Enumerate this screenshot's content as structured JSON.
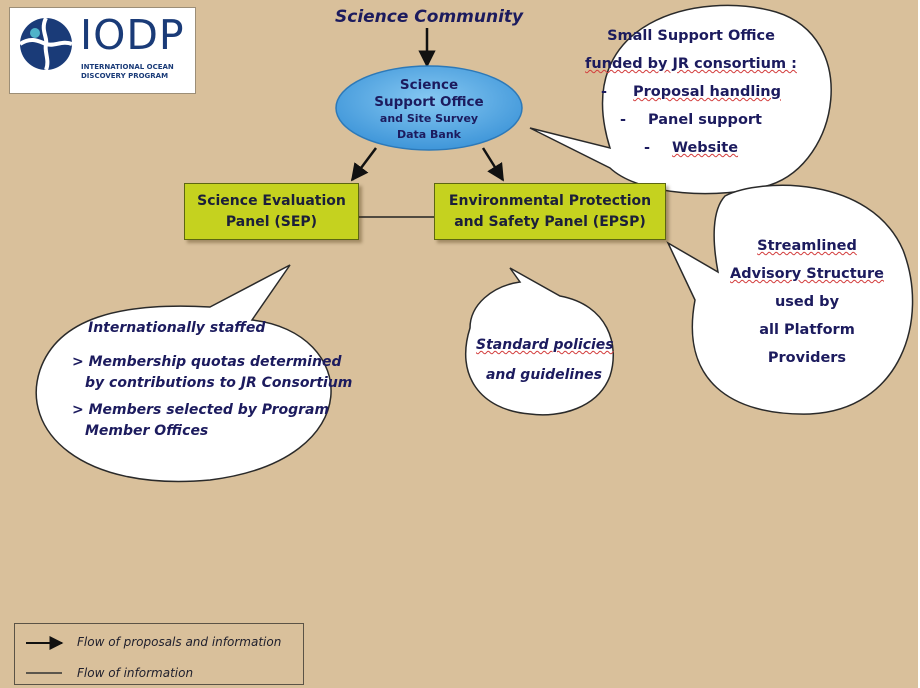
{
  "logo": {
    "name": "IODP",
    "subtitle_line1": "INTERNATIONAL OCEAN",
    "subtitle_line2": "DISCOVERY PROGRAM"
  },
  "top_label": "Science Community",
  "support_office": {
    "line1": "Science",
    "line2": "Support Office",
    "line3": "and Site Survey",
    "line4": "Data Bank"
  },
  "panels": {
    "sep": {
      "line1": "Science Evaluation",
      "line2": "Panel (SEP)"
    },
    "epsp": {
      "line1": "Environmental Protection",
      "line2": "and Safety Panel (EPSP)"
    }
  },
  "callouts": {
    "small_office": {
      "line1": "Small Support Office",
      "line2": "funded by JR consortium :",
      "items": [
        "Proposal handling",
        "Panel support",
        "Website"
      ],
      "bullet": "-"
    },
    "intl": {
      "heading": "Internationally staffed",
      "item1_line1": "> Membership quotas determined",
      "item1_line2": "by contributions to JR Consortium",
      "item2_line1": "> Members selected by Program",
      "item2_line2": "Member Offices"
    },
    "policies": {
      "line1": "Standard policies",
      "line2": "and guidelines"
    },
    "advisory": {
      "line1": "Streamlined",
      "line2": "Advisory Structure",
      "line3": "used by",
      "line4": "all Platform",
      "line5": "Providers"
    }
  },
  "legend": {
    "arrow_label": "Flow of proposals and information",
    "line_label": "Flow of information"
  },
  "colors": {
    "background": "#d9c09b",
    "panel_fill": "#c5d21f",
    "ellipse_fill": "#5aaee8",
    "text_navy": "#1c1b5e"
  }
}
